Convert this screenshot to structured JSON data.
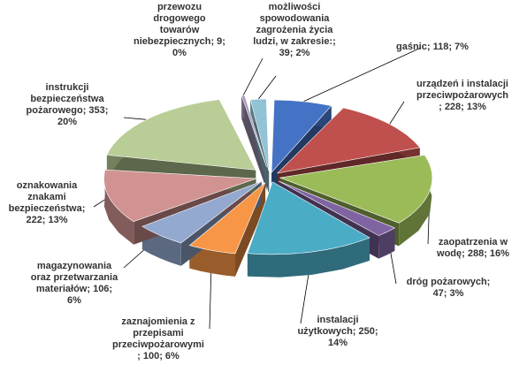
{
  "chart_data": {
    "type": "pie",
    "title": "",
    "slices": [
      {
        "label": "gaśnic",
        "value": 118,
        "percent": "7%",
        "color": "#4472c4",
        "label_lines": [
          "gaśnic;  118; 7%"
        ]
      },
      {
        "label": "urządzeń i instalacji przeciwpożarowych",
        "value": 228,
        "percent": "13%",
        "color": "#c0504d",
        "label_lines": [
          "urządzeń  i instalacji",
          "przeciwpożarowych",
          "; 228; 13%"
        ]
      },
      {
        "label": "zaopatrzenia w wodę",
        "value": 288,
        "percent": "16%",
        "color": "#9bbb59",
        "label_lines": [
          "zaopatrzenia  w",
          "wodę; 288; 16%"
        ]
      },
      {
        "label": "dróg pożarowych",
        "value": 47,
        "percent": "3%",
        "color": "#8064a2",
        "label_lines": [
          "dróg pożarowych;",
          "47; 3%"
        ]
      },
      {
        "label": "instalacji użytkowych",
        "value": 250,
        "percent": "14%",
        "color": "#4bacc6",
        "label_lines": [
          "instalacji",
          "użytkowych;  250;",
          "14%"
        ]
      },
      {
        "label": "zaznajomienia z przepisami przeciwpożarowymi",
        "value": 100,
        "percent": "6%",
        "color": "#f79646",
        "label_lines": [
          "zaznajomienia  z",
          "przepisami",
          "przeciwpożarowymi",
          "; 100; 6%"
        ]
      },
      {
        "label": "magazynowania oraz przetwarzania materiałów",
        "value": 106,
        "percent": "6%",
        "color": "#93a9cf",
        "label_lines": [
          "magazynowania",
          "oraz  przetwarzania",
          "materiałów;  106;",
          "6%"
        ]
      },
      {
        "label": "oznakowania znakami bezpieczeństwa",
        "value": 222,
        "percent": "13%",
        "color": "#d19392",
        "label_lines": [
          "oznakowania",
          "znakami",
          "bezpieczeństwa;",
          "222; 13%"
        ]
      },
      {
        "label": "instrukcji bezpieczeństwa pożarowego",
        "value": 353,
        "percent": "20%",
        "color": "#b9cd96",
        "label_lines": [
          "instrukcji",
          "bezpieczeństwa",
          "pożarowego; 353;",
          "20%"
        ]
      },
      {
        "label": "przewozu drogowego towarów niebezpiecznych",
        "value": 9,
        "percent": "0%",
        "color": "#a99bbd",
        "label_lines": [
          "przewozu",
          "drogowego",
          "towarów",
          "niebezpiecznych; 9;",
          "0%"
        ]
      },
      {
        "label": "możliwości spowodowania zagrożenia życia ludzi, w zakresie:",
        "value": 39,
        "percent": "2%",
        "color": "#91c3d5",
        "label_lines": [
          "możliwości",
          "spowodowania",
          "zagrożenia życia",
          "ludzi, w zakresie:;",
          "39; 2%"
        ]
      }
    ]
  }
}
